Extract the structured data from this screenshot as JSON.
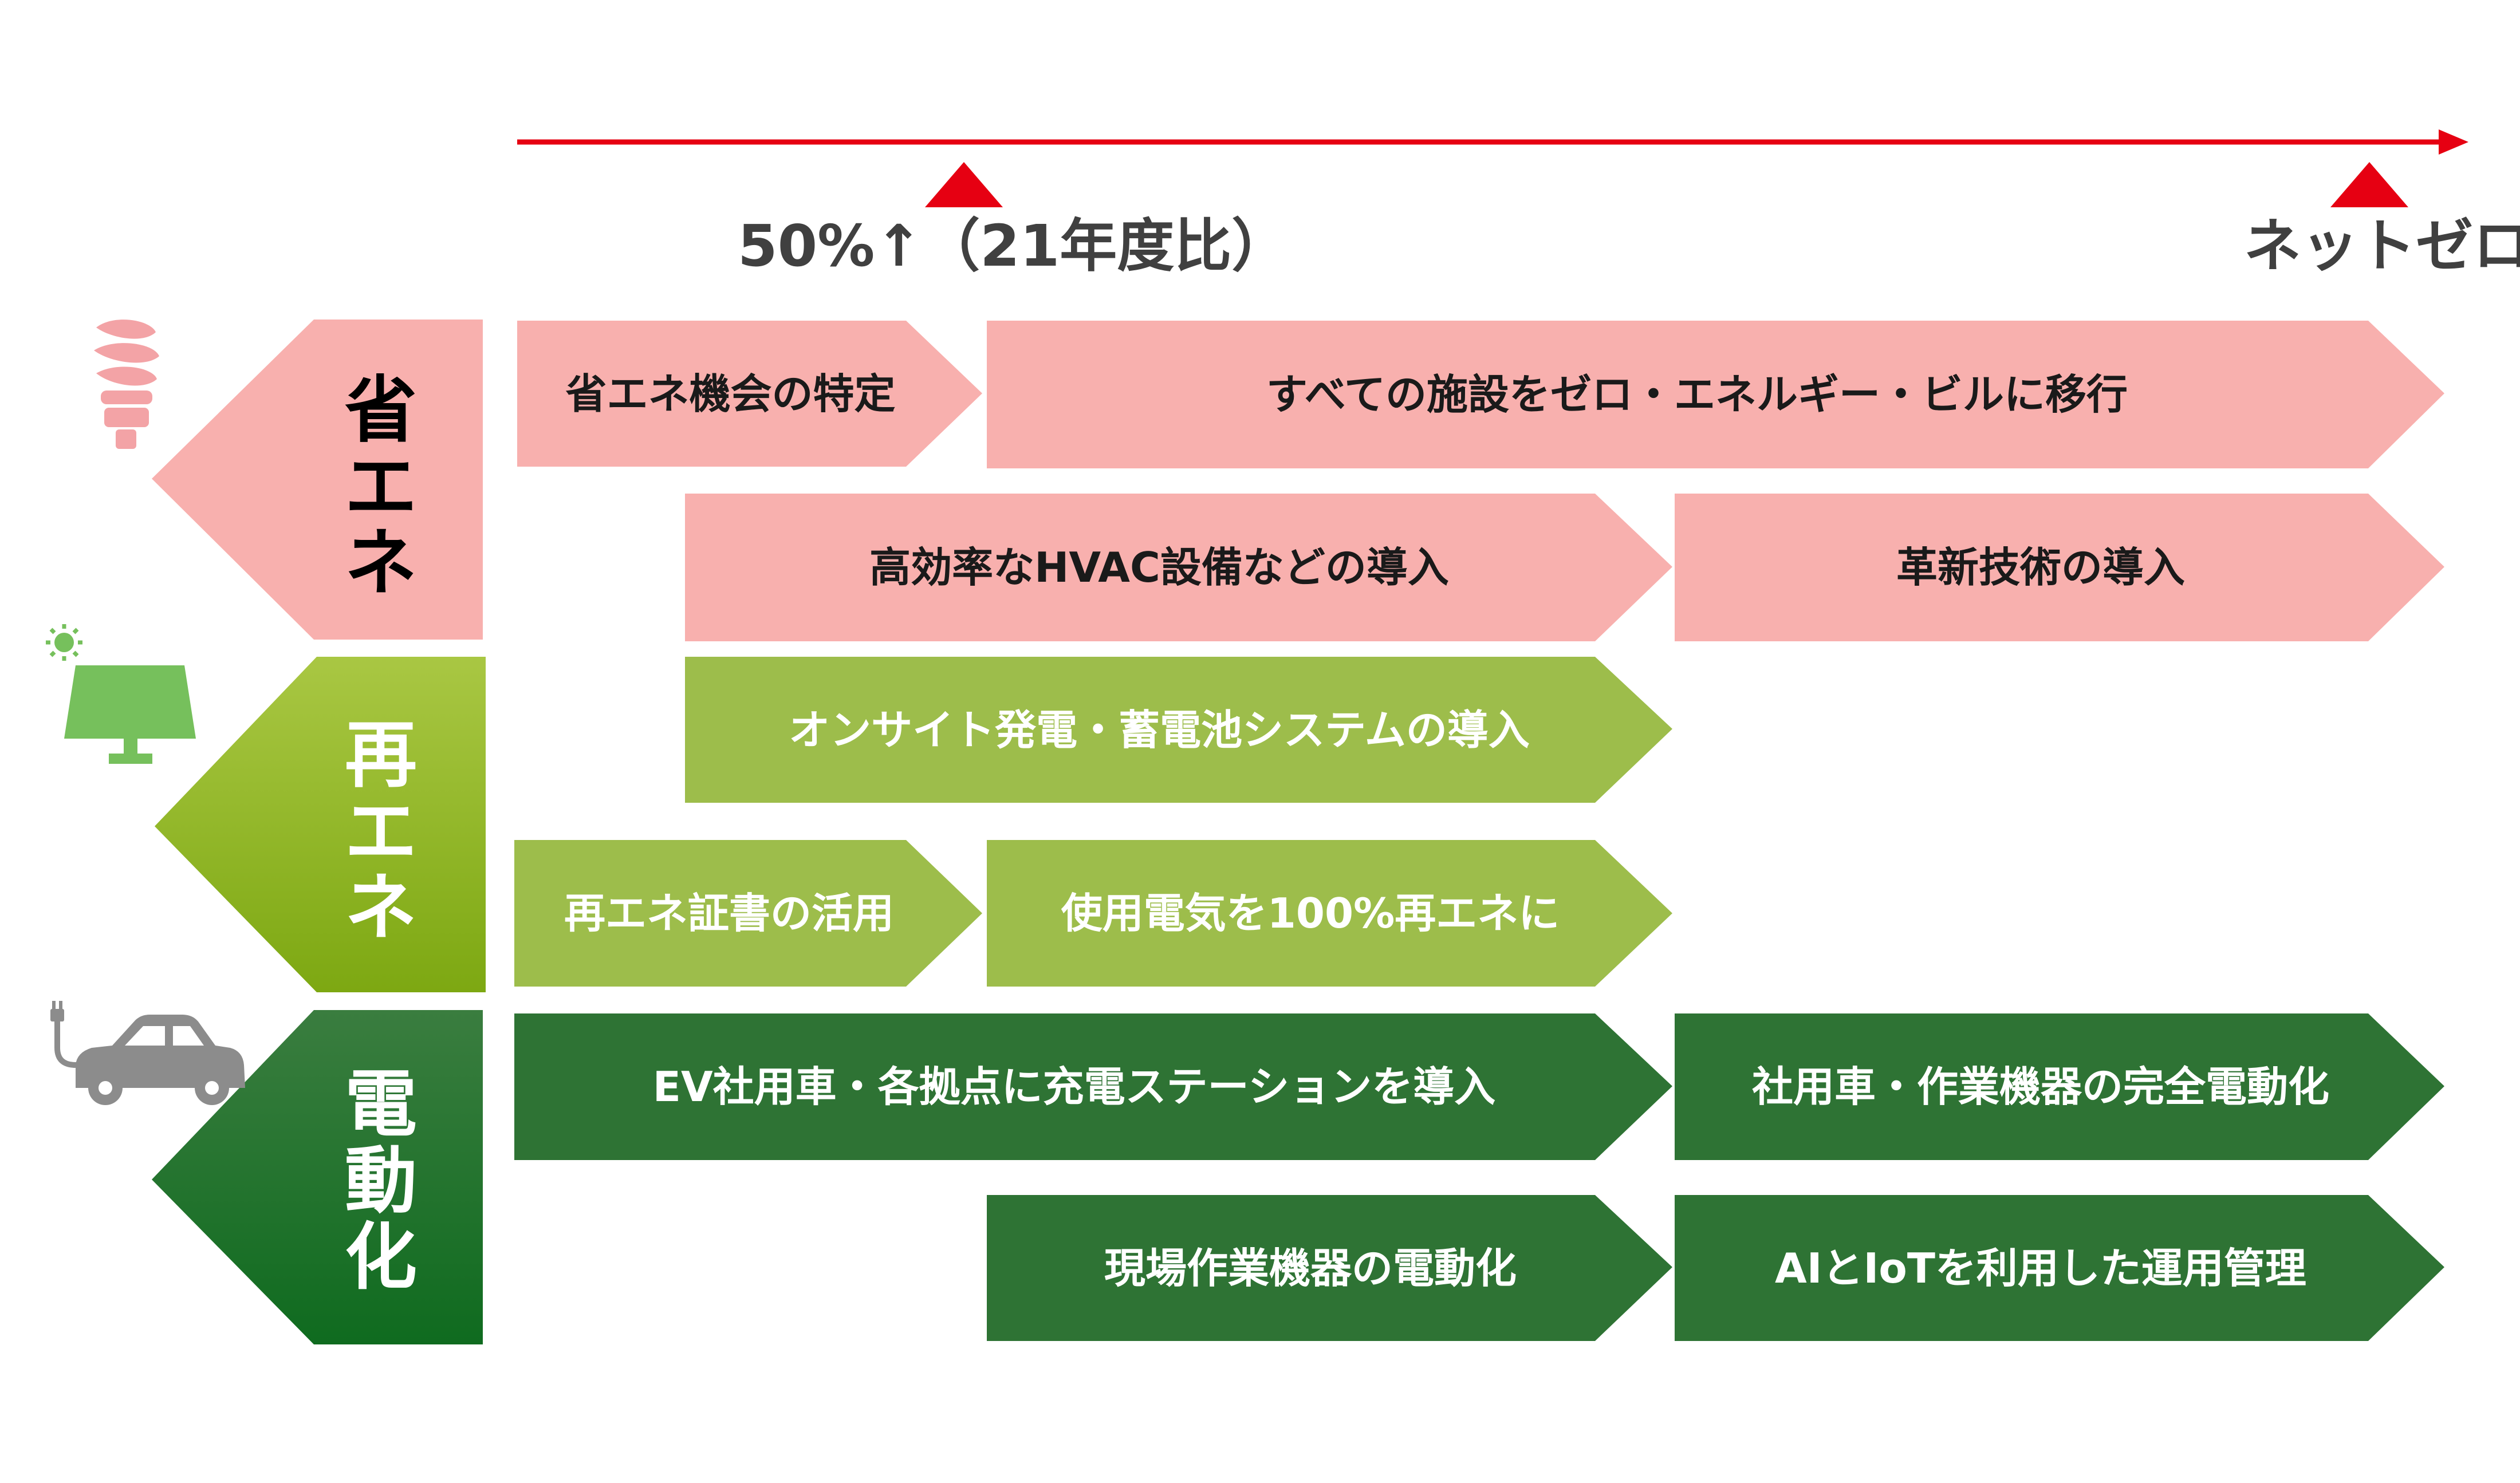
{
  "timeline": {
    "color": "#e60012",
    "milestones": [
      {
        "label": "50%↑（21年度比）"
      },
      {
        "label": "ネットゼロ"
      }
    ]
  },
  "colors": {
    "energy_saving": "#f8b0ae",
    "renewable_light": "#9dbd4b",
    "renewable_gradient_top": "#a9c743",
    "renewable_gradient_bottom": "#7da812",
    "electrification": "#2e7334",
    "electrification_gradient_top": "#3a7d3f",
    "electrification_gradient_bottom": "#0f6b1f",
    "icon_pink": "#f3a3a6",
    "icon_green": "#76c05c",
    "icon_gray": "#8c8c8c"
  },
  "categories": [
    {
      "label": [
        "省",
        "エ",
        "ネ"
      ],
      "icon": "light-bulb-icon"
    },
    {
      "label": [
        "再",
        "エ",
        "ネ"
      ],
      "icon": "solar-panel-icon"
    },
    {
      "label": [
        "電",
        "動",
        "化"
      ],
      "icon": "electric-car-icon"
    }
  ],
  "measures": {
    "energy_saving": [
      "省エネ機会の特定",
      "すべての施設をゼロ・エネルギー・ビルに移行",
      "高効率なHVAC設備などの導入",
      "革新技術の導入"
    ],
    "renewable": [
      "オンサイト発電・蓄電池システムの導入",
      "再エネ証書の活用",
      "使用電気を100%再エネに"
    ],
    "electrification": [
      "EV社用車・各拠点に充電ステーションを導入",
      "社用車・作業機器の完全電動化",
      "現場作業機器の電動化",
      "AIとIoTを利用した運用管理"
    ]
  }
}
